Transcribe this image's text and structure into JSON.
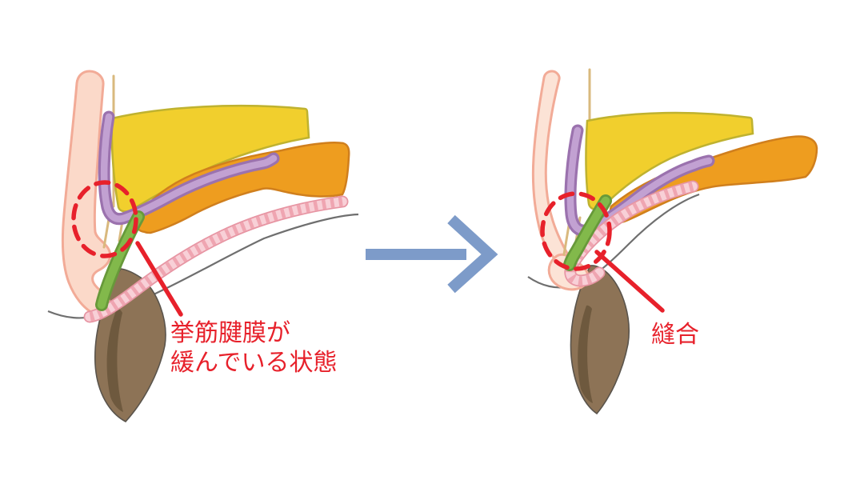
{
  "figure": {
    "type": "medical-illustration",
    "panels": 2
  },
  "left_diagram": {
    "caption_line1": "挙筋腱膜が",
    "caption_line2": "緩んでいる状態"
  },
  "right_diagram": {
    "caption": "縫合"
  },
  "arrow": {
    "direction": "right"
  },
  "colors": {
    "background": "#ffffff",
    "red": "#e7212b",
    "arrow_blue": "#7d9bc9",
    "skin_fill": "#fbd9c9",
    "skin_fill_right": "#fce3d6",
    "skin_outline": "#f2ab97",
    "fat_fill": "#f1cf2d",
    "fat_outline": "#bfb22f",
    "muscle_fill": "#ee9d1f",
    "muscle_outline": "#d07f1d",
    "septum_outer": "#9b72ae",
    "septum_inner": "#c2a1d2",
    "tarsus_outer": "#67993a",
    "tarsus_inner": "#82b94b",
    "stripe_outline": "#e795a3",
    "stripe_base": "#f8d0d7",
    "stripe_rung": "#efa5b1",
    "thread_tan": "#d9b97e",
    "eyeball_gray": "#6f6f6f",
    "iris_brown": "#8d7356",
    "iris_dark": "#6e593e",
    "iris_outline": "#5a544c"
  }
}
